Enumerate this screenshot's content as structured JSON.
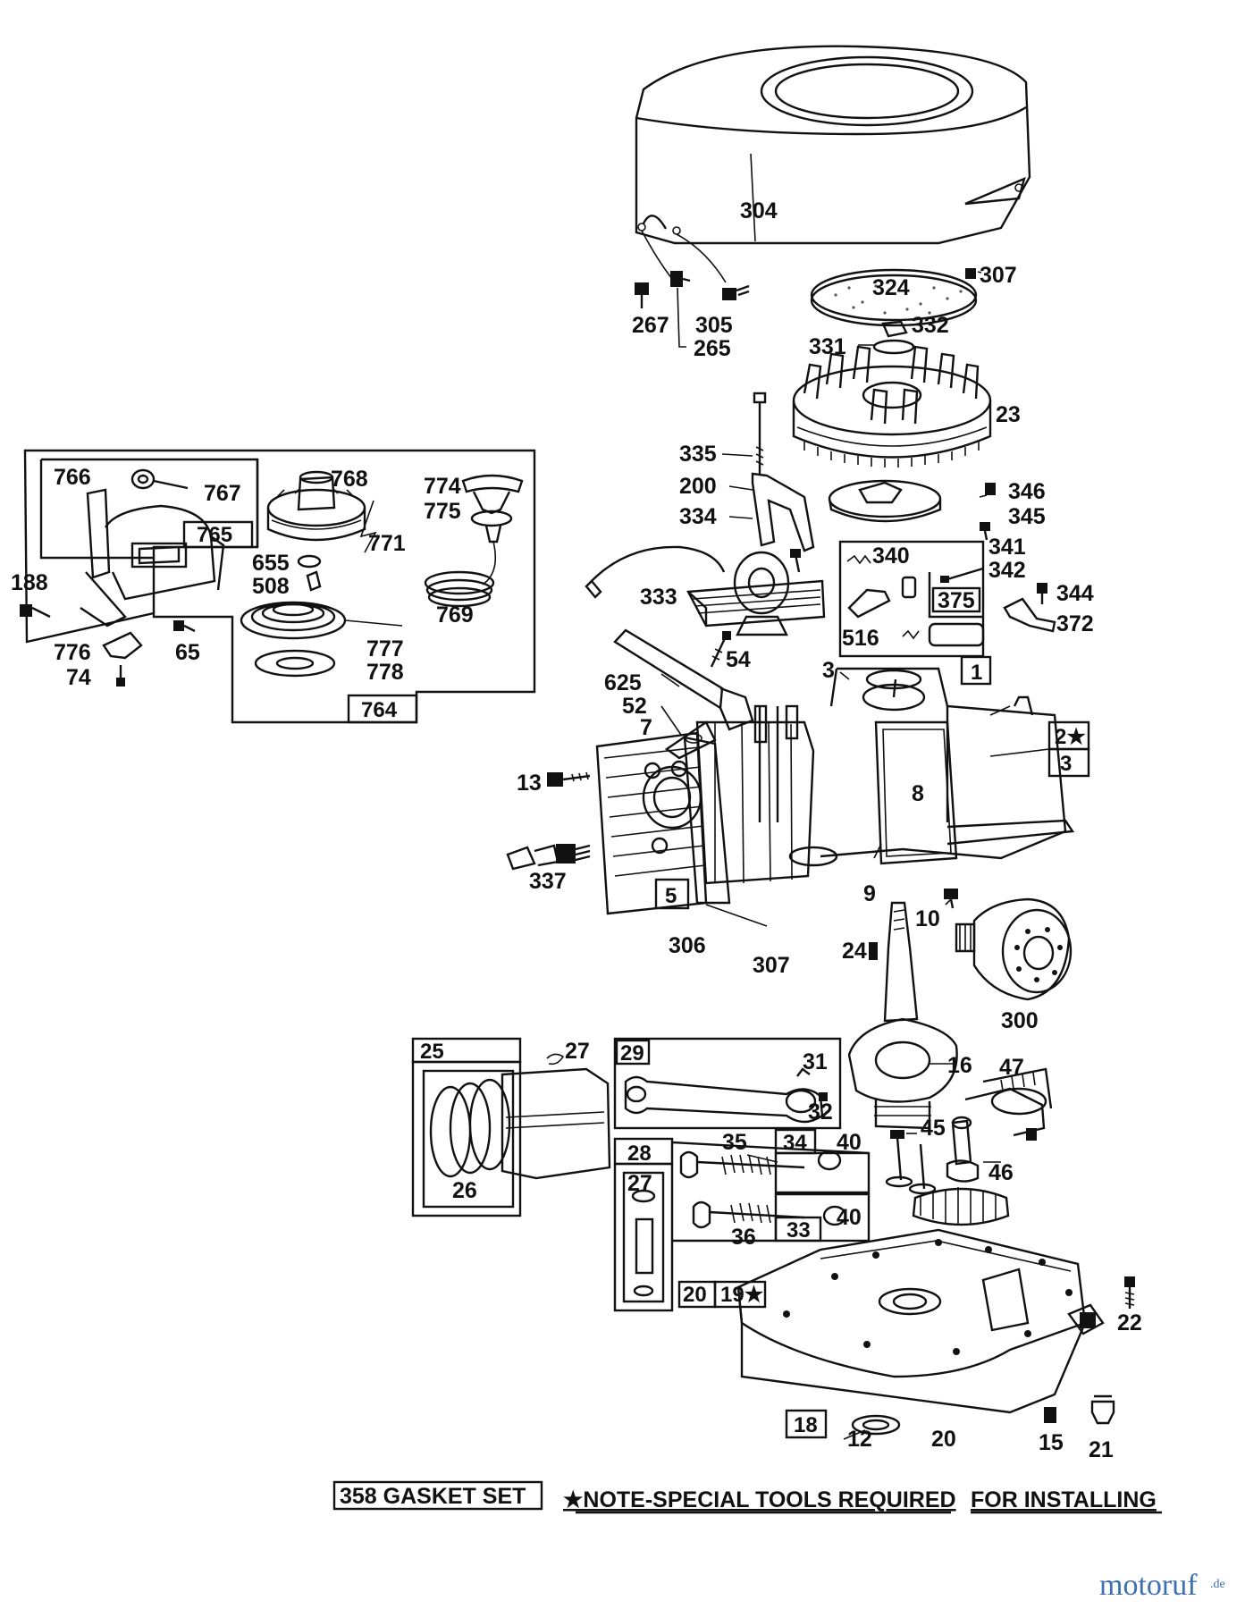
{
  "labels": {
    "p304": "304",
    "p307a": "307",
    "p324": "324",
    "p267": "267",
    "p305": "305",
    "p265": "265",
    "p331": "331",
    "p332": "332",
    "p23": "23",
    "p335": "335",
    "p200": "200",
    "p334": "334",
    "p346": "346",
    "p345": "345",
    "p341": "341",
    "p340": "340",
    "p342": "342",
    "p375": "375",
    "p344": "344",
    "p372": "372",
    "p516": "516",
    "p333": "333",
    "p54": "54",
    "p625": "625",
    "p52": "52",
    "p7": "7",
    "p3a": "3",
    "p1": "1",
    "p2star": "2★",
    "p3b": "3",
    "p13": "13",
    "p8": "8",
    "p337": "337",
    "p5": "5",
    "p9": "9",
    "p10": "10",
    "p306": "306",
    "p307b": "307",
    "p24": "24",
    "p300": "300",
    "p766": "766",
    "p767": "767",
    "p768": "768",
    "p774": "774",
    "p775": "775",
    "p765": "765",
    "p771": "771",
    "p655": "655",
    "p508": "508",
    "p769": "769",
    "p188": "188",
    "p776": "776",
    "p74": "74",
    "p65": "65",
    "p777": "777",
    "p778": "778",
    "p764": "764",
    "p25": "25",
    "p27a": "27",
    "p26": "26",
    "p29": "29",
    "p31": "31",
    "p32": "32",
    "p16": "16",
    "p47": "47",
    "p28": "28",
    "p27b": "27",
    "p35": "35",
    "p34": "34",
    "p40a": "40",
    "p45": "45",
    "p46": "46",
    "p36": "36",
    "p33": "33",
    "p40b": "40",
    "p20a": "20",
    "p19star": "19★",
    "p22": "22",
    "p18": "18",
    "p12": "12",
    "p20b": "20",
    "p15": "15",
    "p21": "21"
  },
  "footer": {
    "gasket_set": "358 GASKET SET",
    "note": "★NOTE-SPECIAL TOOLS REQUIRED",
    "installing": "FOR INSTALLING"
  },
  "watermark": {
    "brand_main": "motoruf",
    "brand_tld": ".de"
  }
}
